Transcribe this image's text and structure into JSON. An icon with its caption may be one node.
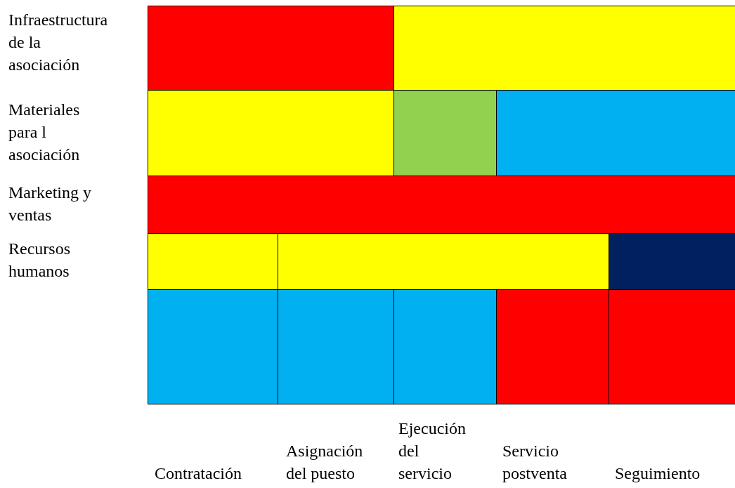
{
  "diagram": {
    "nodes": [
      {
        "text": [],
        "shape": "box"
      },
      {
        "text": [],
        "shape": "box"
      },
      {
        "text": [],
        "shape": "box"
      },
      {
        "text": [],
        "shape": "box"
      },
      {
        "text": [],
        "shape": "box"
      },
      {
        "text": [],
        "shape": "box"
      },
      {
        "text": [],
        "shape": "box"
      },
      {
        "text": [],
        "shape": "box"
      },
      {
        "text": [],
        "shape": "box"
      },
      {
        "text": [],
        "shape": "box"
      },
      {
        "text": [],
        "shape": "box"
      },
      {
        "text": [],
        "shape": "box"
      },
      {
        "text": [],
        "shape": "box"
      },
      {
        "text": [],
        "shape": "box"
      }
    ],
    "labels": [
      "Infraestructura de la asociación",
      "Materiales para l asociación",
      "Marketing y ventas",
      "Recursos humanos",
      "Contratación",
      "Asignación del puesto",
      "Ejecución del servicio",
      "Servicio postventa",
      "Seguimiento"
    ]
  }
}
